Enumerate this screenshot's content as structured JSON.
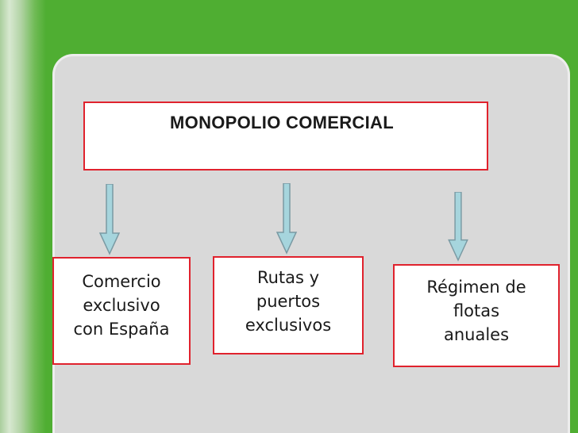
{
  "diagram": {
    "title": "MONOPOLIO COMERCIAL",
    "items": [
      {
        "label": "Comercio\nexclusivo\ncon España"
      },
      {
        "label": "Rutas y\npuertos\nexclusivos"
      },
      {
        "label": "Régimen de\nflotas\nanuales"
      }
    ]
  },
  "colors": {
    "background": "#4fae32",
    "panel": "#d9d9d9",
    "box_border": "#e0222d",
    "arrow_fill": "#a6d5dd",
    "arrow_stroke": "#7a9aa3"
  },
  "icons": [
    "down-arrow-icon"
  ]
}
